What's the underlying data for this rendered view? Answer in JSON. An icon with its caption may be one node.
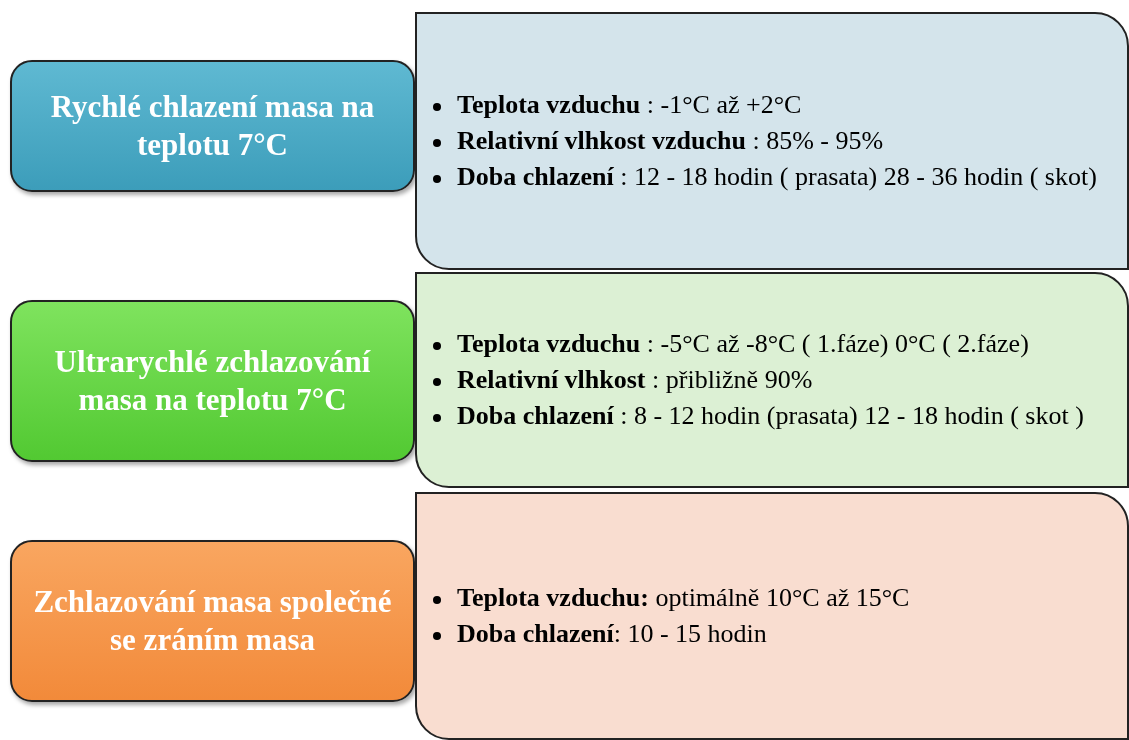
{
  "diagram": {
    "nodes": [
      {
        "text": [
          "Rychlé chlazení masa na teplotu 7°C"
        ]
      },
      {
        "text": [
          "**Teplota vzduchu** : -1°C až +2°C",
          "**Relativní vlhkost vzduchu** :  85% - 95%",
          "**Doba chlazení** : 12 - 18 hodin ( prasata) 28 - 36 hodin ( skot)"
        ]
      },
      {
        "text": [
          "Ultrarychlé zchlazování masa na teplotu 7°C"
        ]
      },
      {
        "text": [
          "**Teplota vzduchu** : -5°C až -8°C ( 1.fáze) 0°C ( 2.fáze)",
          "**Relativní vlhkost** : přibližně 90%",
          "**Doba chlazení** : 8 - 12 hodin (prasata) 12 - 18 hodin ( skot )"
        ]
      },
      {
        "text": [
          "Zchlazování masa společné se zráním masa"
        ]
      },
      {
        "text": [
          "**Teplota vzduchu:** optimálně 10°C až 15°C",
          "**Doba chlazení**: 10 - 15 hodin"
        ]
      }
    ],
    "edges": []
  }
}
